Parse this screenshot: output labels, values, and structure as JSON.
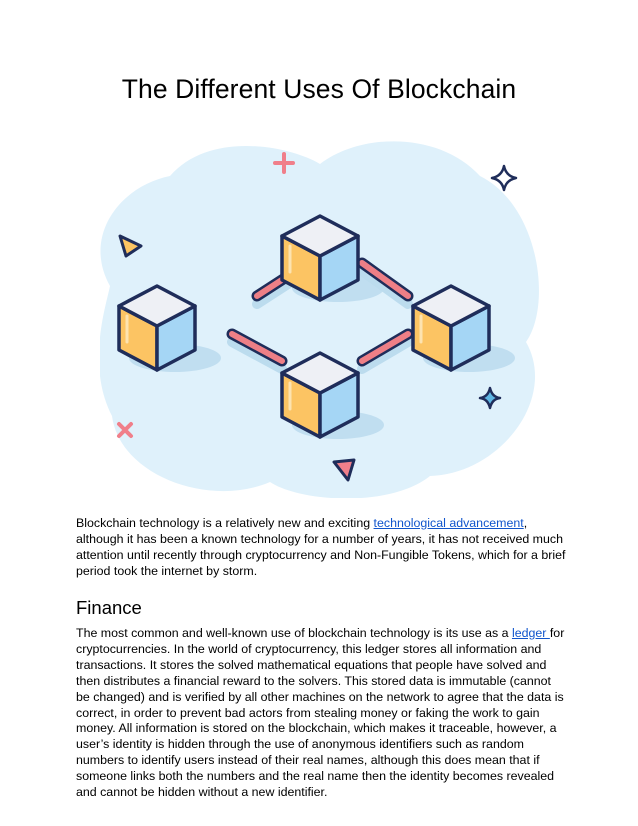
{
  "document": {
    "title": "The Different Uses Of Blockchain",
    "illustration": {
      "name": "blockchain-network-illustration",
      "colors": {
        "background_cloud": "#dff1fb",
        "cube_outline": "#1f2d5a",
        "cube_top": "#eef0f5",
        "cube_left": "#fcc463",
        "cube_right": "#a5d6f5",
        "connector": "#ee7f86",
        "decoration_pink": "#f07f8a",
        "decoration_yellow": "#fcc463",
        "decoration_blue": "#5fb6e4"
      }
    },
    "intro": {
      "before_link": "Blockchain technology is a relatively new and exciting ",
      "link_text": "technological advancement",
      "after_link": ", although it has been a known technology for a number of years, it has not received much attention until recently through cryptocurrency and Non-Fungible Tokens, which for a brief period took the internet by storm."
    },
    "finance": {
      "heading": "Finance",
      "before_link": "The most common and well-known use of blockchain technology is its use as a ",
      "link_text": "ledger ",
      "after_link": "for cryptocurrencies. In the world of cryptocurrency, this ledger stores all information and transactions. It stores the solved mathematical equations that people have solved and then distributes a financial reward to the solvers. This stored data is immutable (cannot be changed) and is verified by all other machines on the network to agree that the data is correct, in order to prevent bad actors from stealing money or faking the work to gain money. All information is stored on the blockchain, which makes it traceable, however, a user’s identity is hidden through the use of anonymous identifiers such as random numbers to identify users instead of their real names, although this does mean that if someone links both the numbers and the real name then the identity becomes revealed and cannot be hidden without a new identifier."
    }
  }
}
